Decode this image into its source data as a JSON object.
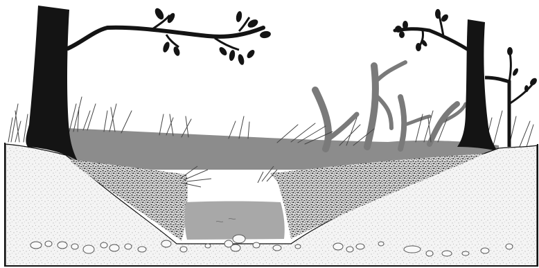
{
  "illustration": {
    "colors": {
      "background": "#ffffff",
      "outline": "#111111",
      "tree": "#141414",
      "water_surface": "#8c8c8c",
      "water_channel": "#a8a8a8",
      "dead_wood": "#7a7a7a",
      "sand": "#f4f4f4",
      "speckle": "#8a8a8a",
      "gravel": "#333333",
      "grass": "#444444"
    },
    "elements": [
      "left-tree",
      "right-tree",
      "dead-branches",
      "grass",
      "water-surface",
      "gravel-banks",
      "water-channel",
      "sand-ground",
      "pebbles",
      "border"
    ]
  }
}
